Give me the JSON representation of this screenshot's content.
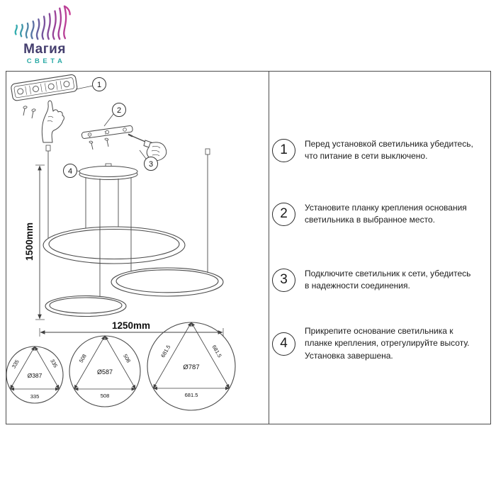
{
  "logo": {
    "brand_line1": "Магия",
    "brand_line2": "СВЕТА",
    "colors": {
      "teal": "#2bb5b0",
      "purple": "#6a5a9e",
      "magenta": "#cf3e96",
      "wordmark": "#443e6e"
    }
  },
  "diagram": {
    "height_label": "1500mm",
    "width_label": "1250mm",
    "callouts": [
      "1",
      "2",
      "3",
      "4"
    ],
    "rings": [
      {
        "diameter": "Ø387",
        "side": "335"
      },
      {
        "diameter": "Ø587",
        "side": "508"
      },
      {
        "diameter": "Ø787",
        "side": "681.5"
      }
    ]
  },
  "steps": [
    {
      "number": "1",
      "text": "Перед установкой светильника убедитесь, что питание в сети выключено."
    },
    {
      "number": "2",
      "text": "Установите планку крепления основания светильника в выбранное место."
    },
    {
      "number": "3",
      "text": "Подключите светильник к сети, убедитесь в надежности соединения."
    },
    {
      "number": "4",
      "text": "Прикрепите основание светильника к планке крепления, отрегулируйте высоту. Установка завершена."
    }
  ]
}
